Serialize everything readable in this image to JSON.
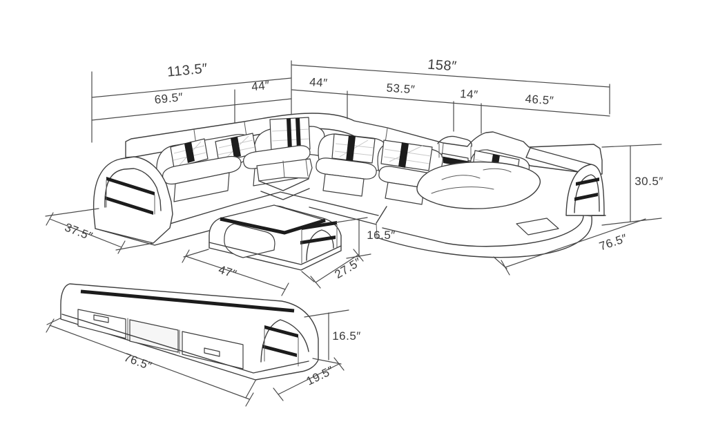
{
  "diagram": {
    "title": "u-shaped-sectional-sofa-dimension-diagram",
    "units": "inches",
    "style": "isometric line drawing with dimension callouts"
  },
  "palette": {
    "background": "#ffffff",
    "line": "#3e3e3e",
    "accent_dark": "#1c1c1c",
    "hatch": "#c9c9c9",
    "text": "#3b3b3b"
  },
  "sofa": {
    "left_wall": {
      "total": "113.5″",
      "segments": [
        "69.5″",
        "44″"
      ]
    },
    "right_wall": {
      "total": "158″",
      "segments": [
        "44″",
        "53.5″",
        "14″",
        "46.5″"
      ]
    },
    "left_depth": "37.5″",
    "height": "30.5″",
    "right_depth": "76.5″"
  },
  "coffee_table": {
    "length": "47″",
    "depth": "27.5″",
    "height": "16.5″"
  },
  "tv_stand": {
    "length": "76.5″",
    "depth": "19.5″",
    "height": "16.5″"
  }
}
